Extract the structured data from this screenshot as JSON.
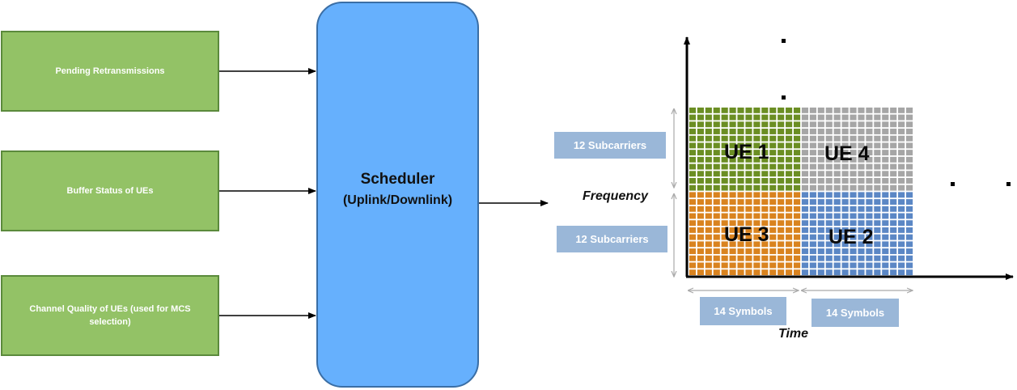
{
  "inputs": {
    "pending_retransmissions": "Pending Retransmissions",
    "buffer_status": "Buffer Status of UEs",
    "channel_quality": "Channel Quality of UEs (used for MCS selection)"
  },
  "scheduler": {
    "title": "Scheduler",
    "subtitle": "(Uplink/Downlink)"
  },
  "grid": {
    "frequency_label": "Frequency",
    "time_label": "Time",
    "subcarriers_top": "12 Subcarriers",
    "subcarriers_bottom": "12 Subcarriers",
    "symbols_left": "14 Symbols",
    "symbols_right": "14 Symbols",
    "ues": [
      {
        "label": "UE 1",
        "color": "#6b8e23"
      },
      {
        "label": "UE 4",
        "color": "#a6a6a6"
      },
      {
        "label": "UE 3",
        "color": "#d9831f"
      },
      {
        "label": "UE 2",
        "color": "#5b87c5"
      }
    ]
  },
  "colors": {
    "input_fill": "#93c266",
    "input_border": "#5b8a3c",
    "scheduler_fill": "#66b0fd",
    "label_fill": "#9ab7d8"
  }
}
